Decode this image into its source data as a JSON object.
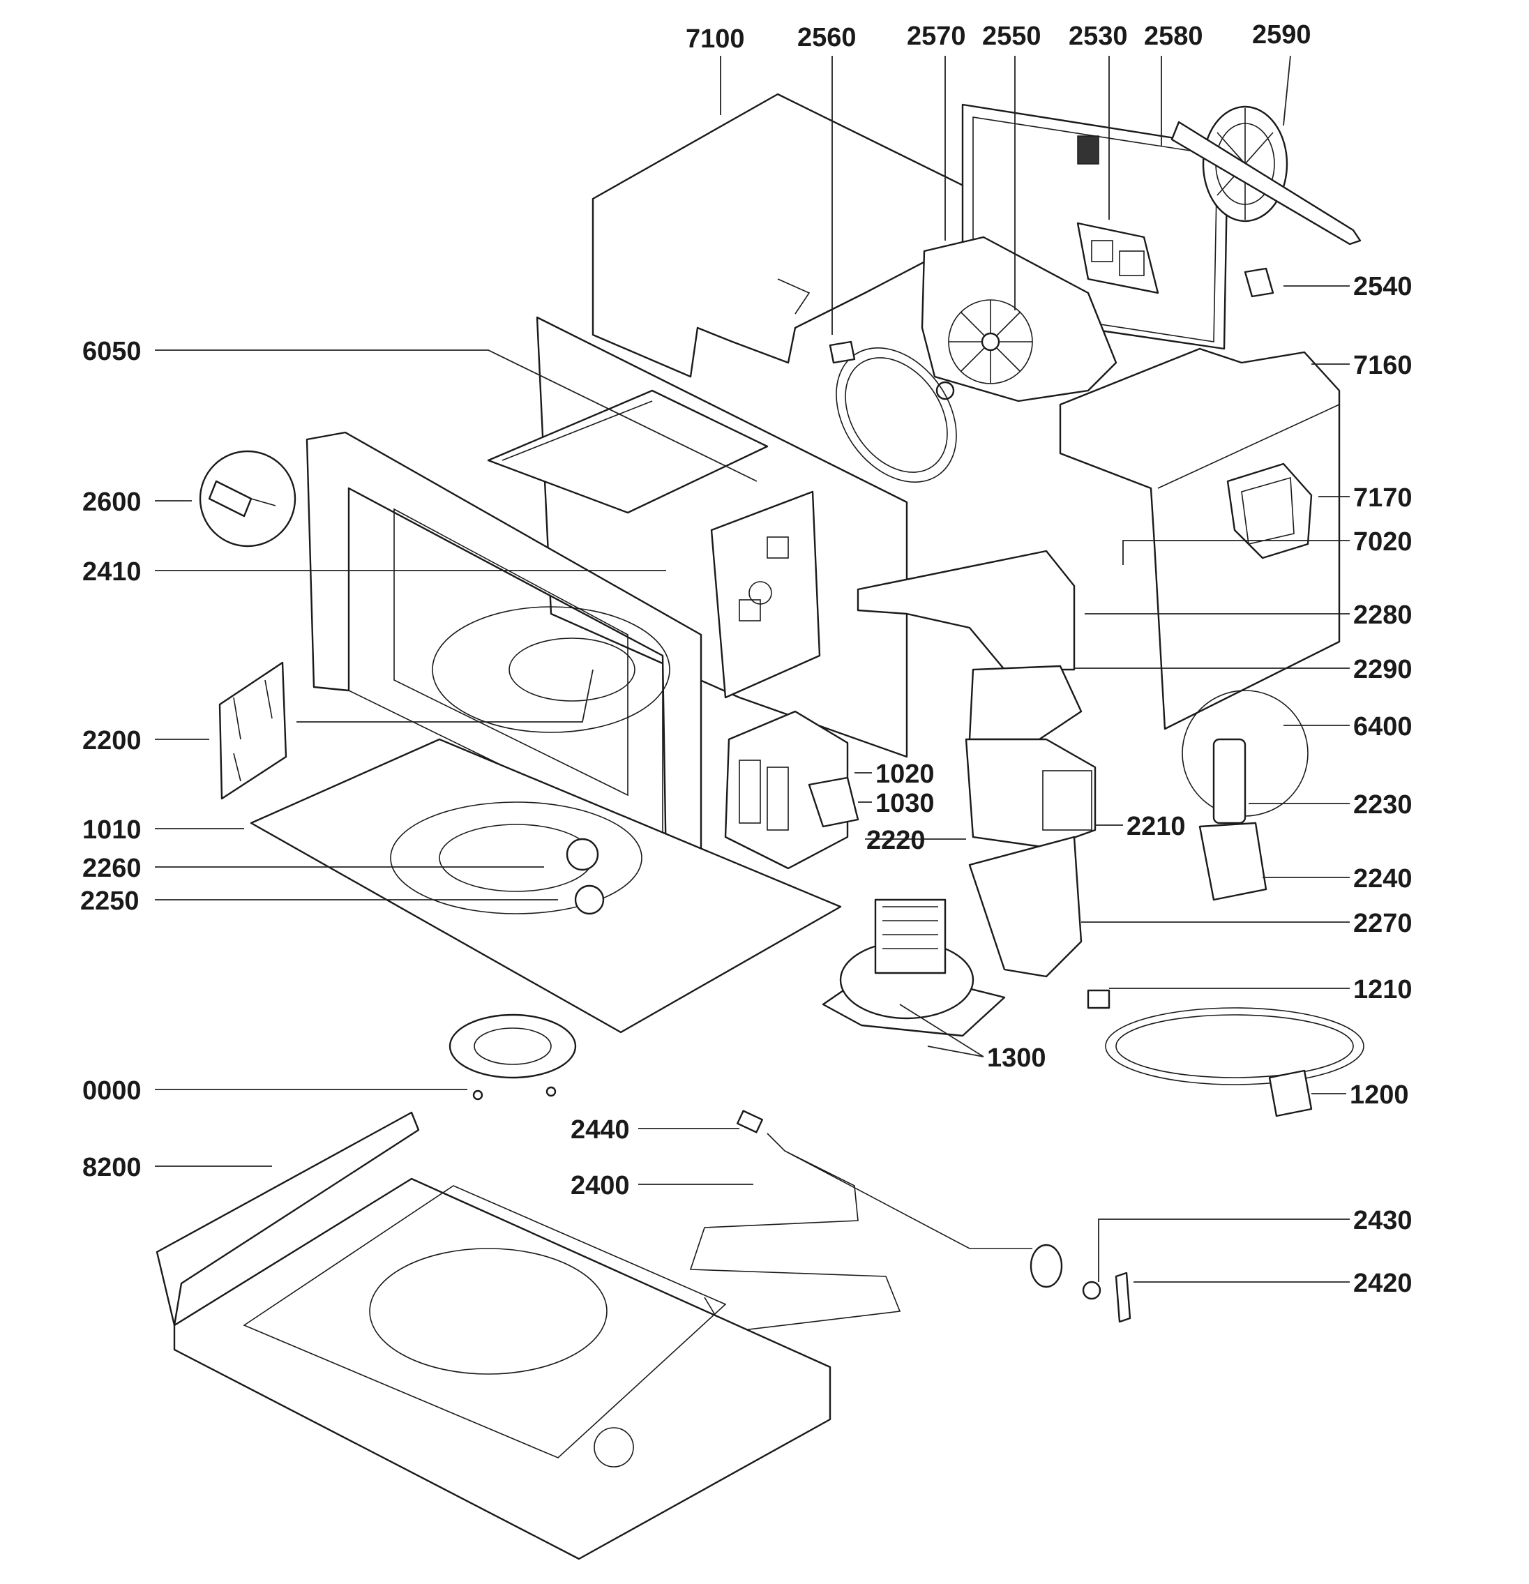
{
  "diagram": {
    "part_numbers": {
      "p7100": "7100",
      "p2560": "2560",
      "p2570": "2570",
      "p2550": "2550",
      "p2530": "2530",
      "p2580": "2580",
      "p2590": "2590",
      "p2540": "2540",
      "p7160": "7160",
      "p6050": "6050",
      "p2600": "2600",
      "p7170": "7170",
      "p7020": "7020",
      "p2410": "2410",
      "p2280": "2280",
      "p2290": "2290",
      "p2200": "2200",
      "p6400": "6400",
      "p1020": "1020",
      "p1030": "1030",
      "p2230": "2230",
      "p1010": "1010",
      "p2220": "2220",
      "p2210": "2210",
      "p2260": "2260",
      "p2240": "2240",
      "p2250": "2250",
      "p2270": "2270",
      "p1210": "1210",
      "p1300": "1300",
      "p0000": "0000",
      "p1200": "1200",
      "p2440": "2440",
      "p8200": "8200",
      "p2400": "2400",
      "p2430": "2430",
      "p2420": "2420"
    }
  }
}
